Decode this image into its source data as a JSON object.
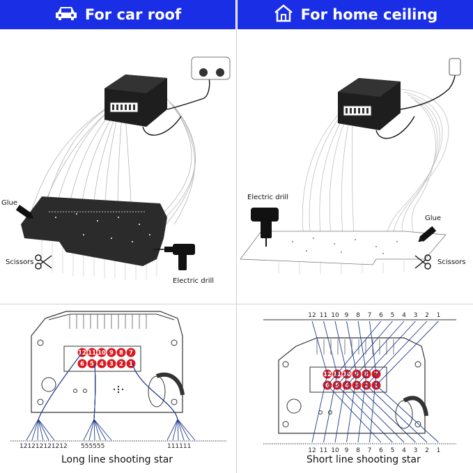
{
  "header": {
    "left_title": "For car roof",
    "right_title": "For home ceiling"
  },
  "labels": {
    "glue_left": "Glue",
    "scissors_left": "Scissors",
    "drill_left": "Electric drill",
    "drill_right": "Electric drill",
    "glue_right": "Glue",
    "scissors_right": "Scissors"
  },
  "bottom": {
    "left_caption": "Long line shooting star",
    "right_caption": "Short line shooting star",
    "left_groups": [
      "121212121212",
      "555555",
      "111111"
    ],
    "right_top_numbers": [
      "12",
      "11",
      "10",
      "9",
      "8",
      "7",
      "6",
      "5",
      "4",
      "3",
      "2",
      "1"
    ],
    "right_bottom_numbers": [
      "12",
      "11",
      "10",
      "9",
      "8",
      "7",
      "6",
      "5",
      "4",
      "3",
      "2",
      "1"
    ],
    "ports_top": [
      "12",
      "11",
      "10",
      "9",
      "8",
      "7"
    ],
    "ports_bottom": [
      "6",
      "5",
      "4",
      "3",
      "2",
      "1"
    ]
  },
  "colors": {
    "header_bg": "#1a2ee6",
    "port_red": "#d71920",
    "wire_blue": "#1f3b8a"
  }
}
